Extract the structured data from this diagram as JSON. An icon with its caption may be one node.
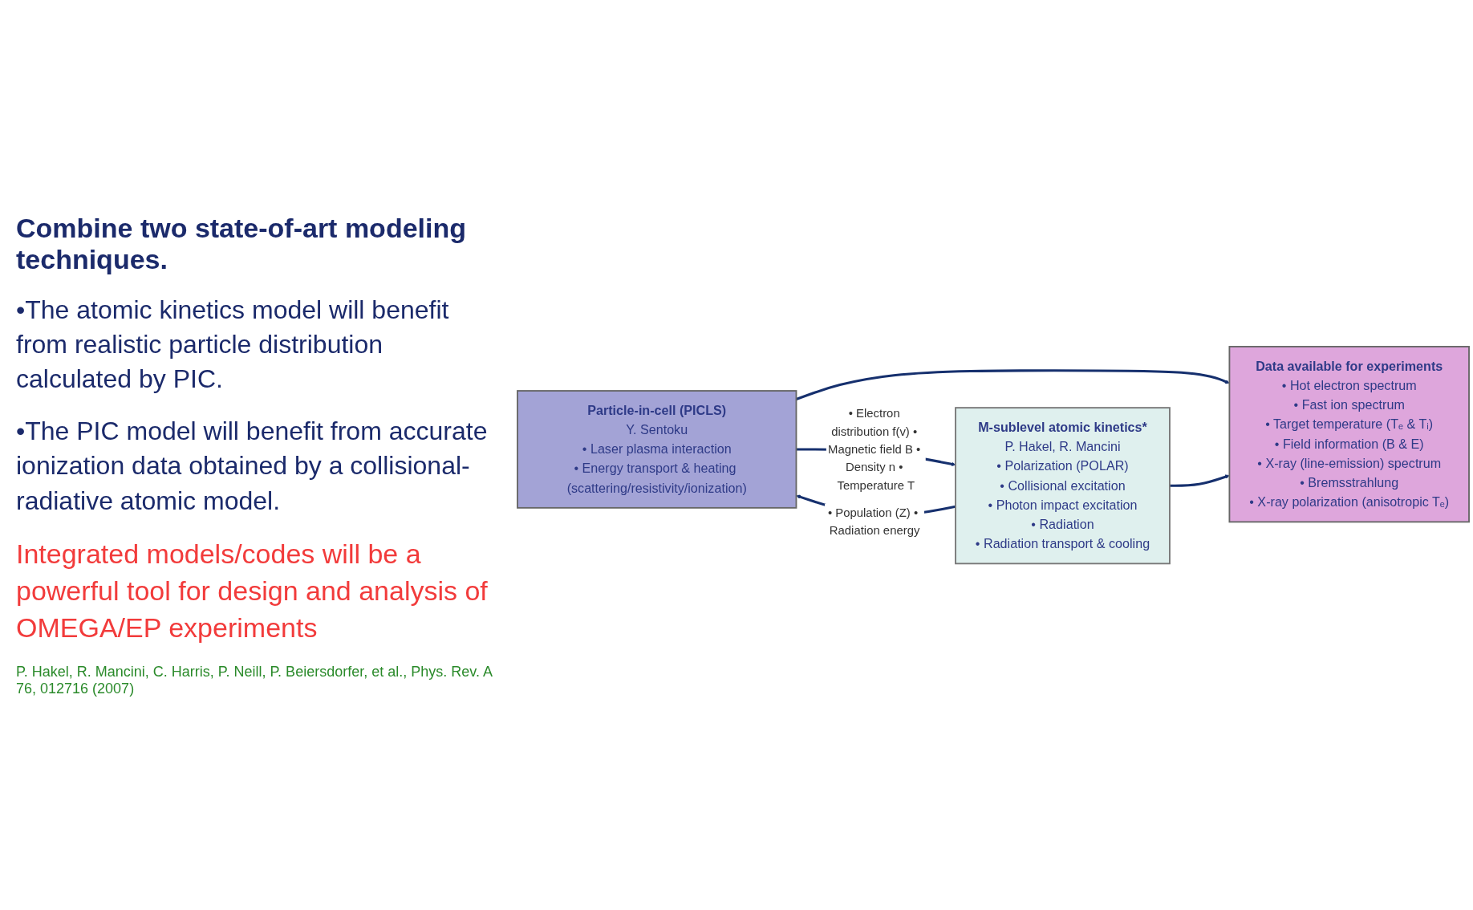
{
  "diagram": {
    "nodes": [
      {
        "text": [
          "Particle-in-cell (PICLS)",
          "Y. Sentoku",
          "• Laser plasma interaction",
          "• Energy transport & heating (scattering/resistivity/ionization)"
        ]
      },
      {
        "text": [
          "M-sublevel atomic kinetics*",
          "P. Hakel, R. Mancini",
          "• Polarization (POLAR)",
          "• Collisional excitation",
          "• Photon impact excitation",
          "• Radiation",
          "• Radiation transport & cooling"
        ]
      },
      {
        "text": [
          "Data available for experiments",
          "• Hot electron spectrum",
          "• Fast ion spectrum",
          "• Target temperature (Tₑ & Tᵢ)",
          "• Field information (B & E)",
          "• X-ray (line-emission) spectrum",
          "• Bremsstrahlung",
          "• X-ray polarization (anisotropic Tₑ)"
        ]
      }
    ],
    "edges": [
      {
        "from": 0,
        "to": 1,
        "arrow": "to",
        "label": "• Electron distribution f(v) • Magnetic field B • Density n • Temperature T"
      },
      {
        "from": 1,
        "to": 0,
        "arrow": "to",
        "label": "• Population (Z) • Radiation energy"
      },
      {
        "from": 0,
        "to": 2,
        "arrow": "to"
      },
      {
        "from": 1,
        "to": 2,
        "arrow": "to"
      }
    ],
    "labels": [
      "Combine two state-of-art modeling techniques.",
      "•The atomic kinetics model will benefit from realistic particle distribution calculated by PIC.",
      "•The PIC model will benefit from accurate ionization data obtained by a collisional-radiative atomic model.",
      "Integrated models/codes will be a powerful tool for design and analysis of OMEGA/EP experiments",
      "P. Hakel, R. Mancini, C. Harris, P. Neill, P. Beiersdorfer, et al., Phys. Rev. A 76, 012716 (2007)"
    ]
  }
}
